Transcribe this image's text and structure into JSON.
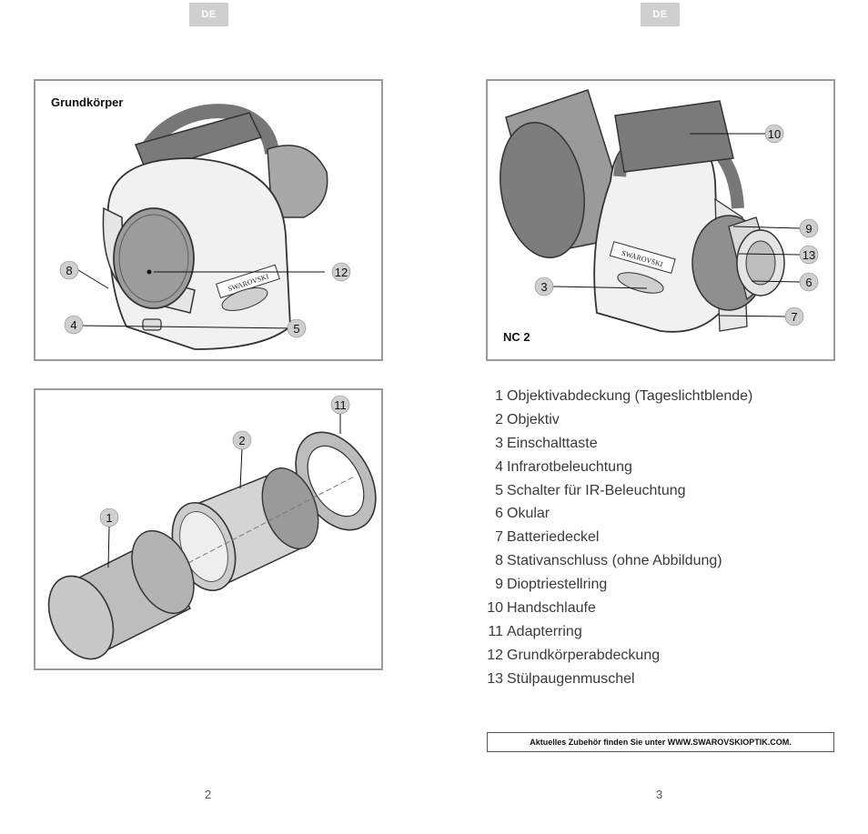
{
  "header": {
    "left_tab": "DE",
    "right_tab": "DE"
  },
  "figures": {
    "top_left": {
      "title": "Grundkörper",
      "callouts": [
        "8",
        "12",
        "4",
        "5"
      ],
      "brand_text": "SWAROVSKI"
    },
    "bottom_left": {
      "callouts": [
        "11",
        "2",
        "1"
      ]
    },
    "top_right": {
      "title": "NC 2",
      "callouts": [
        "10",
        "9",
        "13",
        "3",
        "6",
        "7"
      ],
      "brand_text": "SWAROVSKI"
    }
  },
  "legend": [
    {
      "num": "1",
      "label": "Objektivabdeckung (Tageslichtblende)"
    },
    {
      "num": "2",
      "label": "Objektiv"
    },
    {
      "num": "3",
      "label": "Einschalttaste"
    },
    {
      "num": "4",
      "label": "Infrarotbeleuchtung"
    },
    {
      "num": "5",
      "label": "Schalter für IR-Beleuchtung"
    },
    {
      "num": "6",
      "label": "Okular"
    },
    {
      "num": "7",
      "label": "Batteriedeckel"
    },
    {
      "num": "8",
      "label": "Stativanschluss (ohne Abbildung)"
    },
    {
      "num": "9",
      "label": "Dioptriestellring"
    },
    {
      "num": "10",
      "label": "Handschlaufe"
    },
    {
      "num": "11",
      "label": "Adapterring"
    },
    {
      "num": "12",
      "label": "Grundkörperabdeckung"
    },
    {
      "num": "13",
      "label": "Stülpaugenmuschel"
    }
  ],
  "notice": "Aktuelles Zubehör finden Sie unter WWW.SWAROVSKIOPTIK.COM.",
  "page_numbers": {
    "left": "2",
    "right": "3"
  }
}
